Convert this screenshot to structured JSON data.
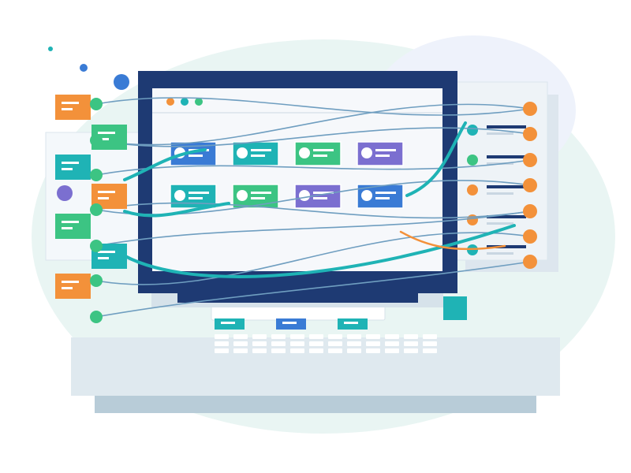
{
  "colors": {
    "background": "#ffffff",
    "blob": "#e9f5f3",
    "blob_accent": "#eef2fb",
    "monitor_bezel": "#1e3a73",
    "screen": "#f6f8fb",
    "orange": "#f3913a",
    "green": "#3cc483",
    "teal": "#1fb3b5",
    "blue": "#3a7bd5",
    "purple": "#7b6fd0",
    "line": "#6f9ec0",
    "ribbon": "#1fb3b5",
    "desk": "#dfe9ef",
    "desk_shadow": "#b8ccd8",
    "panel": "#eef3f7"
  },
  "screen_cards": {
    "row1": [
      "blue",
      "teal",
      "green",
      "purple"
    ],
    "row2": [
      "teal",
      "green",
      "purple",
      "blue"
    ]
  },
  "left_blocks": [
    "orange",
    "green",
    "teal",
    "orange",
    "green",
    "teal",
    "orange"
  ],
  "left_nodes": [
    "green",
    "green",
    "green",
    "green",
    "green",
    "green",
    "green",
    "green"
  ],
  "right_list_dots": [
    "teal",
    "green",
    "orange",
    "orange",
    "teal"
  ],
  "right_nodes": [
    "orange",
    "orange",
    "orange",
    "orange",
    "orange",
    "orange",
    "orange"
  ],
  "window_dots": [
    "orange",
    "teal",
    "green"
  ],
  "tray_tabs": [
    "teal",
    "blue",
    "teal"
  ],
  "keyboard": {
    "rows": 3,
    "keys_per_row": 12
  },
  "icons": {
    "floating_dots": "dot-icon",
    "connector_nodes": "circle-node-icon",
    "sticky_notes": "note-card-icon"
  }
}
